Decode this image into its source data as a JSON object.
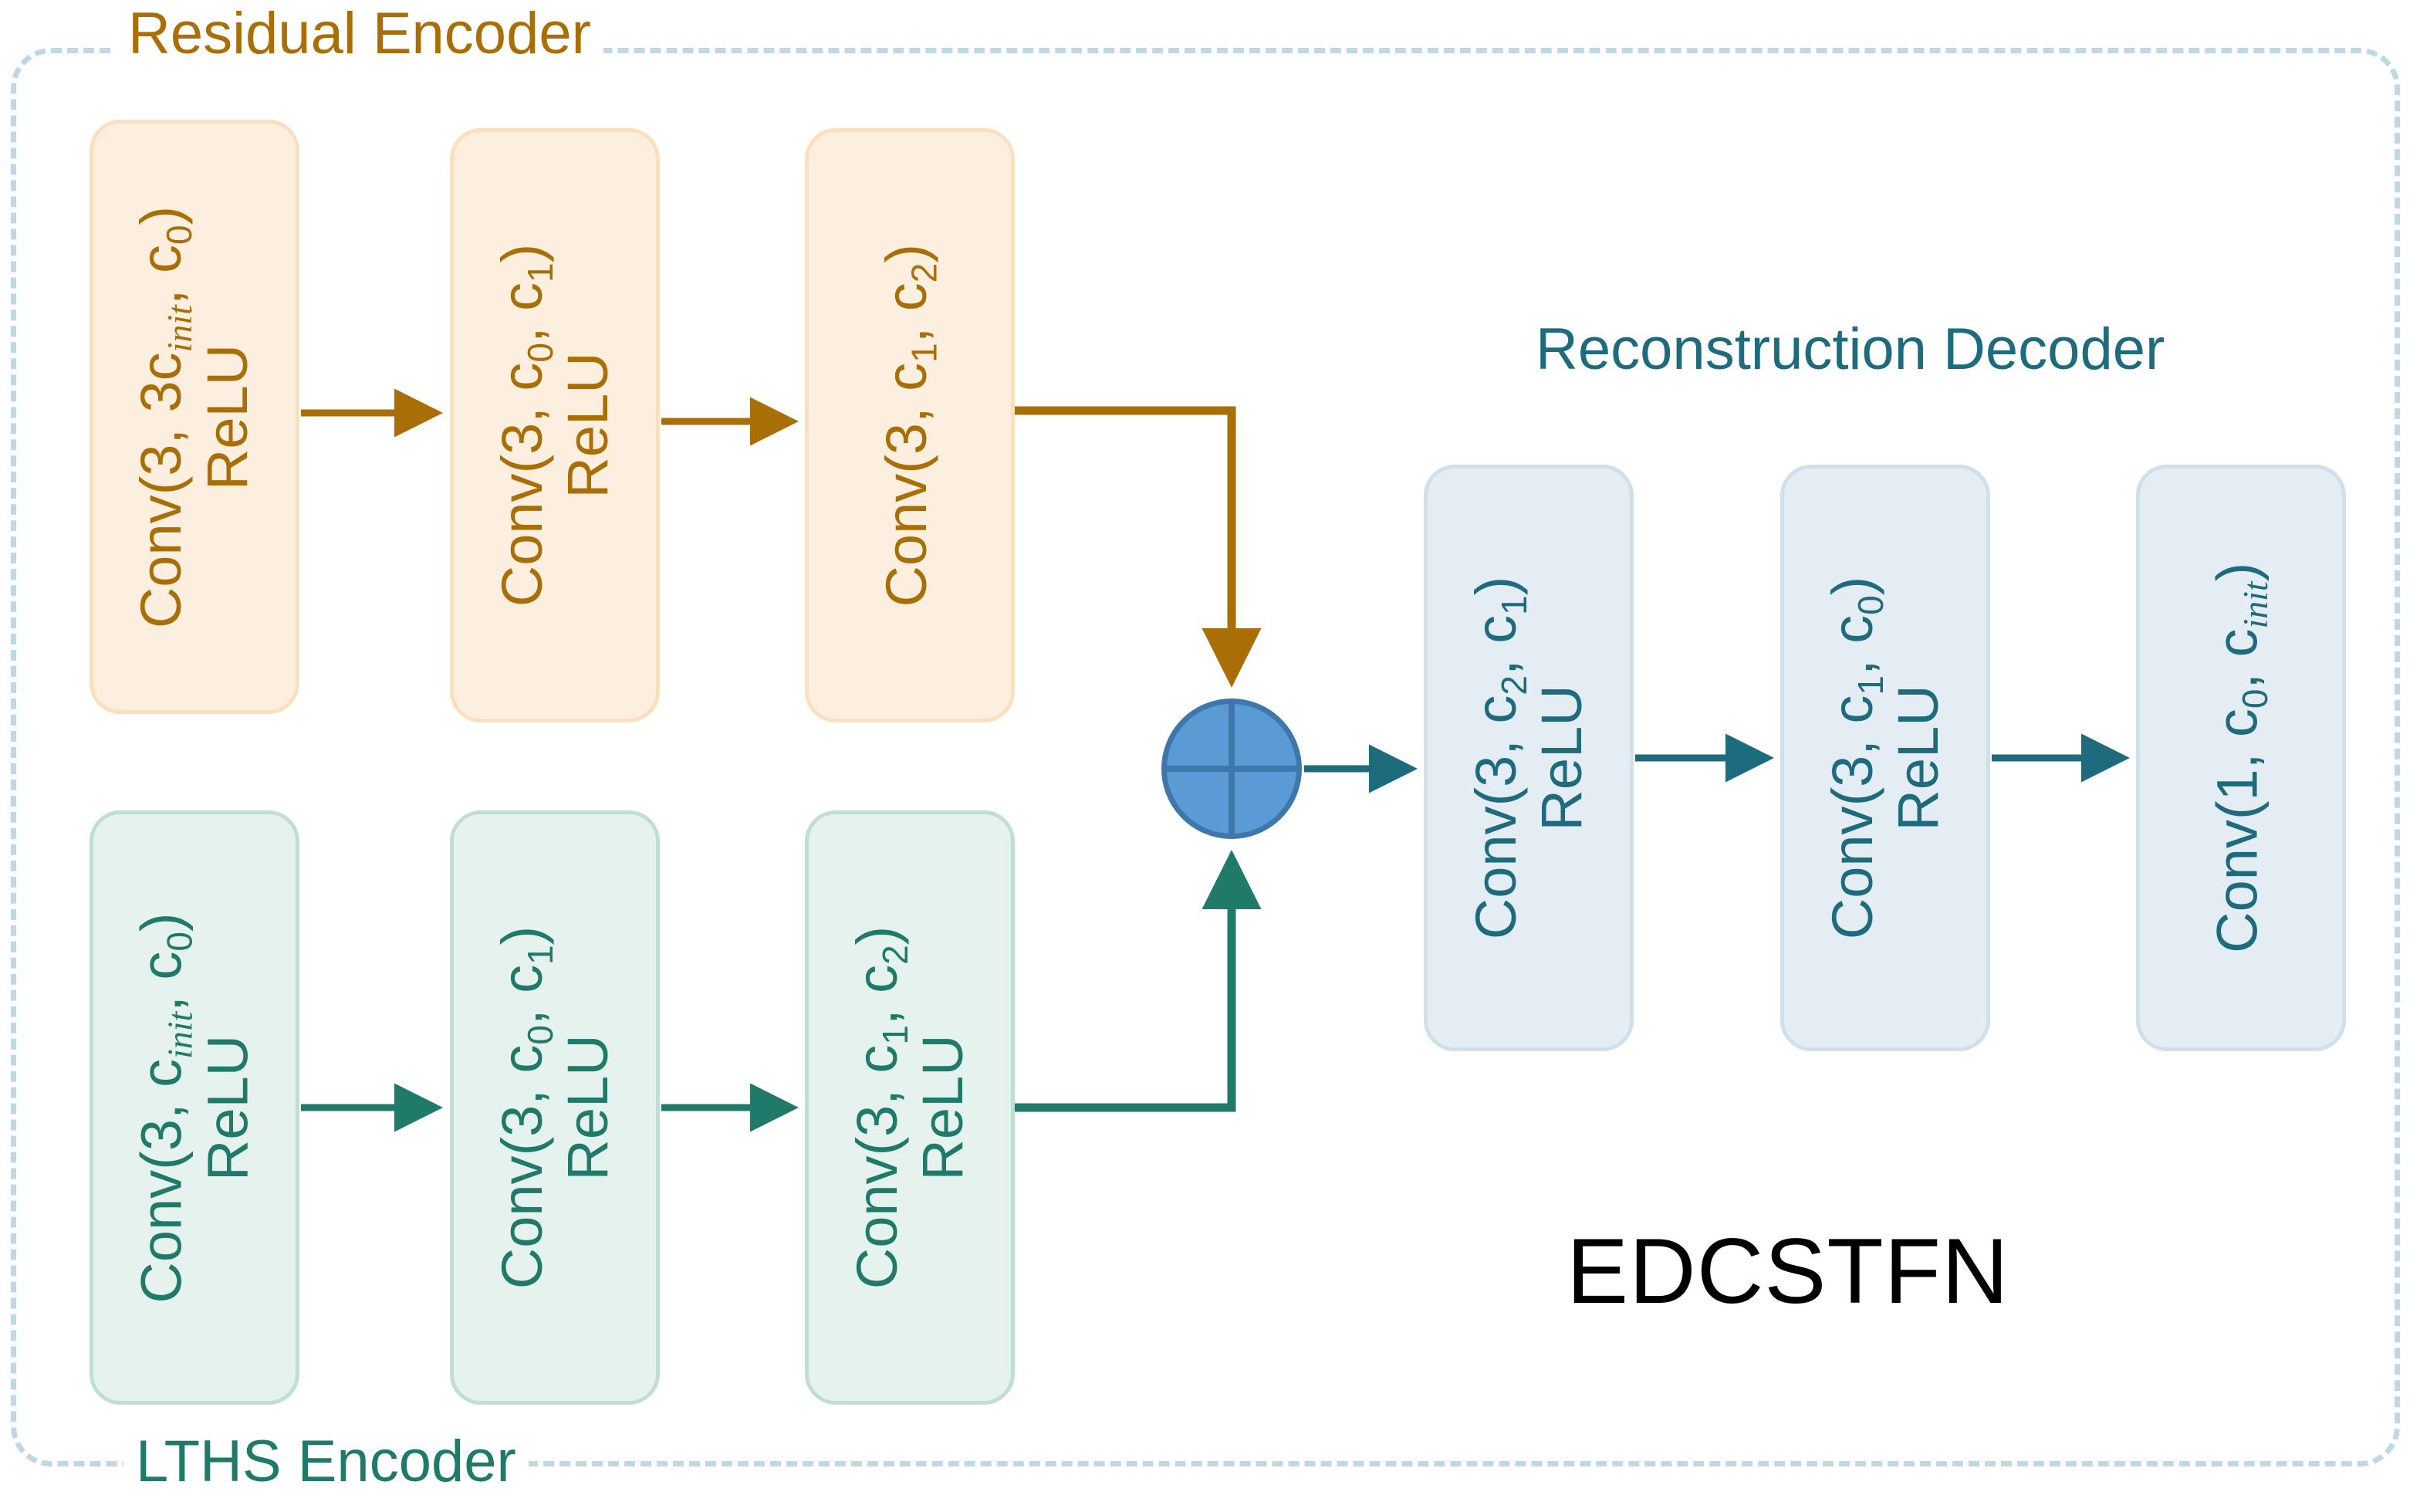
{
  "diagram": {
    "model_name": "EDCSTFN",
    "colors": {
      "residual_encoder": "#a96f06",
      "lths_encoder": "#1f7a6a",
      "decoder": "#1d6b7d",
      "sum_node_fill": "#5b9bd5",
      "sum_node_stroke": "#3f77ab",
      "outer_border": "#bfd9e4",
      "orange_block_fill": "#fcefe0",
      "green_block_fill": "#e6f2ed",
      "blue_block_fill": "#e3edf3"
    }
  },
  "residual_encoder": {
    "caption": "Residual Encoder",
    "blocks": [
      {
        "line1_pre": "Conv(3, 3c",
        "line1_sub": "init",
        "line1_post": ", c",
        "line1_sub2": "0",
        "line1_end": ")",
        "line2": "ReLU"
      },
      {
        "line1_pre": "Conv(3, c",
        "line1_sub": "0",
        "line1_post": ", c",
        "line1_sub2": "1",
        "line1_end": ")",
        "line2": "ReLU"
      },
      {
        "line1_pre": "Conv(3, c",
        "line1_sub": "1",
        "line1_post": ", c",
        "line1_sub2": "2",
        "line1_end": ")",
        "line2": ""
      }
    ]
  },
  "lths_encoder": {
    "caption": "LTHS Encoder",
    "blocks": [
      {
        "line1_pre": "Conv(3, c",
        "line1_sub": "init",
        "line1_post": ", c",
        "line1_sub2": "0",
        "line1_end": ")",
        "line2": "ReLU"
      },
      {
        "line1_pre": "Conv(3, c",
        "line1_sub": "0",
        "line1_post": ", c",
        "line1_sub2": "1",
        "line1_end": ")",
        "line2": "ReLU"
      },
      {
        "line1_pre": "Conv(3, c",
        "line1_sub": "1",
        "line1_post": ", c",
        "line1_sub2": "2",
        "line1_end": ")",
        "line2": "ReLU"
      }
    ]
  },
  "decoder": {
    "caption": "Reconstruction Decoder",
    "blocks": [
      {
        "line1_pre": "Conv(3, c",
        "line1_sub": "2",
        "line1_post": ", c",
        "line1_sub2": "1",
        "line1_end": ")",
        "line2": "ReLU"
      },
      {
        "line1_pre": "Conv(3, c",
        "line1_sub": "1",
        "line1_post": ", c",
        "line1_sub2": "0",
        "line1_end": ")",
        "line2": "ReLU"
      },
      {
        "line1_pre": "Conv(1, c",
        "line1_sub": "0",
        "line1_post": ", c",
        "line1_sub2": "init",
        "line1_end": ")",
        "line2": ""
      }
    ]
  },
  "sum_node": {
    "operation": "add"
  }
}
